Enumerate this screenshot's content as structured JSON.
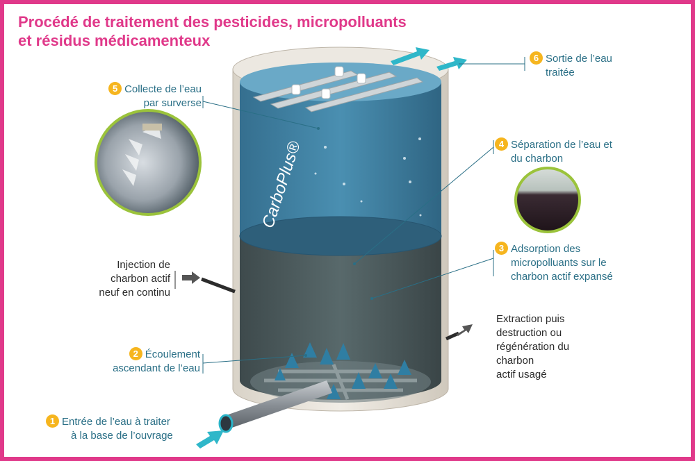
{
  "title": {
    "line1": "Procédé de traitement des pesticides, micropolluants",
    "line2": "et résidus médicamenteux"
  },
  "brand": "CarboPlus®",
  "steps": [
    {
      "number": "1",
      "lines": [
        "Entrée de l’eau à traiter",
        "à la base de l’ouvrage"
      ]
    },
    {
      "number": "2",
      "lines": [
        "Écoulement",
        "ascendant de l’eau"
      ]
    },
    {
      "number": "3",
      "lines": [
        "Adsorption des",
        "micropolluants sur le",
        "charbon actif expansé"
      ]
    },
    {
      "number": "4",
      "lines": [
        "Séparation de l’eau et",
        "du charbon"
      ]
    },
    {
      "number": "5",
      "lines": [
        "Collecte de l’eau",
        "par surverse"
      ]
    },
    {
      "number": "6",
      "lines": [
        "Sortie de l’eau",
        "traitée"
      ]
    }
  ],
  "side_notes": {
    "injection": [
      "Injection de",
      "charbon actif",
      "neuf en continu"
    ],
    "extraction": [
      "Extraction puis",
      "destruction ou",
      "régénération du",
      "charbon",
      "actif usagé"
    ]
  },
  "colors": {
    "frame": "#e0398a",
    "title": "#e0398a",
    "label_teal": "#2a6f86",
    "number_badge": "#f6b51e",
    "water_upper": "#3f85a8",
    "water_lower": "#4d5d5f",
    "arrow": "#2fb7c9"
  }
}
